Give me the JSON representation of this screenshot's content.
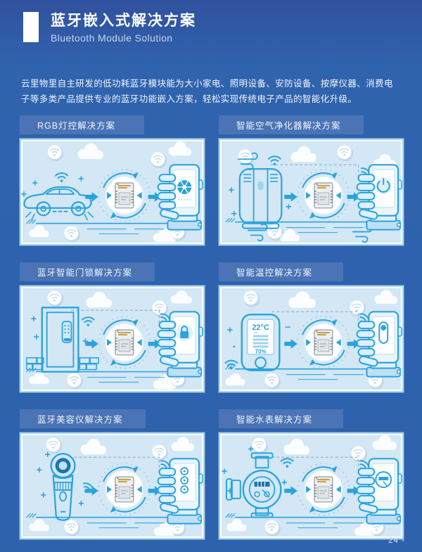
{
  "header": {
    "title": "蓝牙嵌入式解决方案",
    "subtitle": "Bluetooth Module Solution"
  },
  "intro": {
    "text": "云里物里自主研发的低功耗蓝牙模块能为大小家电、照明设备、安防设备、按摩仪器、消费电子等多类产品提供专业的蓝牙功能嵌入方案，轻松实现传统电子产品的智能化升级。"
  },
  "solutions": [
    {
      "label": "RGB灯控解决方案",
      "device": "car-with-rgb-lights"
    },
    {
      "label": "智能空气净化器解决方案",
      "device": "air-purifier"
    },
    {
      "label": "蓝牙智能门锁解决方案",
      "device": "smart-door-lock"
    },
    {
      "label": "智能温控解决方案",
      "device": "thermostat",
      "readings": {
        "temperature": "22°C",
        "humidity": "70%"
      }
    },
    {
      "label": "蓝牙美容仪解决方案",
      "device": "beauty-instrument"
    },
    {
      "label": "智能水表解决方案",
      "device": "water-meter"
    }
  ],
  "footer": {
    "page_number": "24 -"
  },
  "colors": {
    "page_background": "#2e62ad",
    "label_background": "#4a74b5",
    "panel_background": "#d3e7f5",
    "panel_border": "#a9d8f1",
    "illustration_line": "#2aa3dd",
    "chip_gold": "#c7a54e"
  }
}
